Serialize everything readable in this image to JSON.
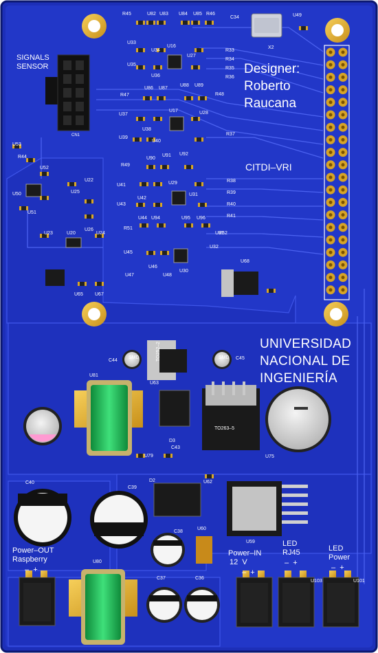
{
  "board": {
    "designer_lines": [
      "Designer:",
      "Roberto",
      "Raucana"
    ],
    "lab": "CITDI–VRI",
    "university_lines": [
      "UNIVERSIDAD",
      "NACIONAL DE",
      "INGENIERÍA"
    ],
    "connector": {
      "title_lines": [
        "SIGNALS",
        "SENSOR"
      ],
      "ref": "CN1"
    },
    "headers": [
      {
        "id": "power_out",
        "lines": [
          "Power–OUT",
          "Raspberry"
        ],
        "polarity": "–  +"
      },
      {
        "id": "power_in",
        "lines": [
          "Power–IN",
          "12  V"
        ],
        "polarity": "–  +"
      },
      {
        "id": "led_rj45",
        "lines": [
          "LED",
          "RJ45"
        ],
        "polarity": "–  +"
      },
      {
        "id": "led_power",
        "lines": [
          "LED",
          "Power"
        ],
        "polarity": "–  +"
      }
    ],
    "ic_markings": {
      "regulator_top": "TO252–2",
      "regulator_right": "TO263–5",
      "small_chip": "SMD",
      "crystal": "X2"
    },
    "refdes": [
      "R45",
      "U82",
      "U83",
      "U84",
      "U85",
      "R46",
      "C34",
      "U49",
      "U33",
      "U34",
      "U16",
      "U27",
      "R33",
      "R34",
      "R35",
      "R36",
      "U35",
      "U36",
      "R47",
      "U86",
      "U87",
      "U88",
      "U89",
      "R48",
      "U37",
      "U38",
      "U17",
      "U28",
      "U39",
      "U40",
      "R37",
      "U53",
      "R44",
      "U52",
      "U50",
      "U51",
      "R49",
      "U90",
      "U91",
      "U92",
      "U41",
      "U42",
      "U29",
      "U31",
      "R38",
      "R39",
      "R40",
      "R41",
      "U43",
      "U44",
      "U94",
      "U95",
      "U96",
      "U97",
      "U22",
      "U25",
      "U26",
      "U23",
      "U20",
      "U24",
      "R51",
      "R52",
      "U32",
      "U45",
      "U46",
      "U47",
      "U48",
      "U30",
      "U65",
      "U67",
      "U68",
      "C44",
      "C45",
      "U81",
      "U63",
      "U79",
      "C43",
      "D3",
      "U75",
      "C40",
      "C39",
      "D2",
      "U62",
      "C38",
      "U60",
      "U59",
      "U80",
      "C37",
      "C36",
      "U103",
      "U101"
    ]
  }
}
